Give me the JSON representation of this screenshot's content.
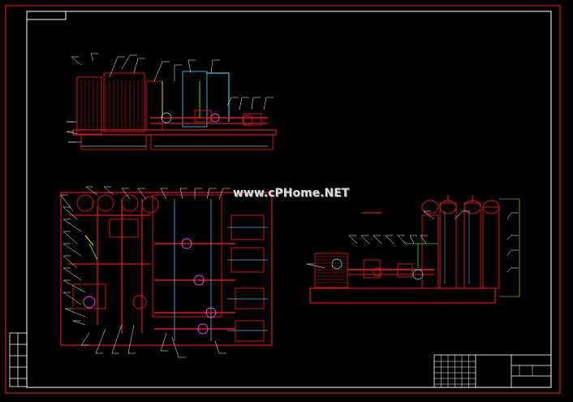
{
  "watermark": "www.cPHome.NET",
  "colors": {
    "background": "#000000",
    "frame": "#ff2020",
    "border": "#ffffff",
    "pipe_red": "#e01818",
    "pipe_cyan": "#40c0e0",
    "pipe_yellow": "#e0d820",
    "pipe_green": "#30e030",
    "pipe_magenta": "#ff40ff",
    "leader_white": "#ffffff"
  },
  "views": [
    {
      "name": "front-elevation-view"
    },
    {
      "name": "plan-view"
    },
    {
      "name": "side-elevation-view"
    }
  ],
  "title_block": {
    "name": "title-block"
  }
}
